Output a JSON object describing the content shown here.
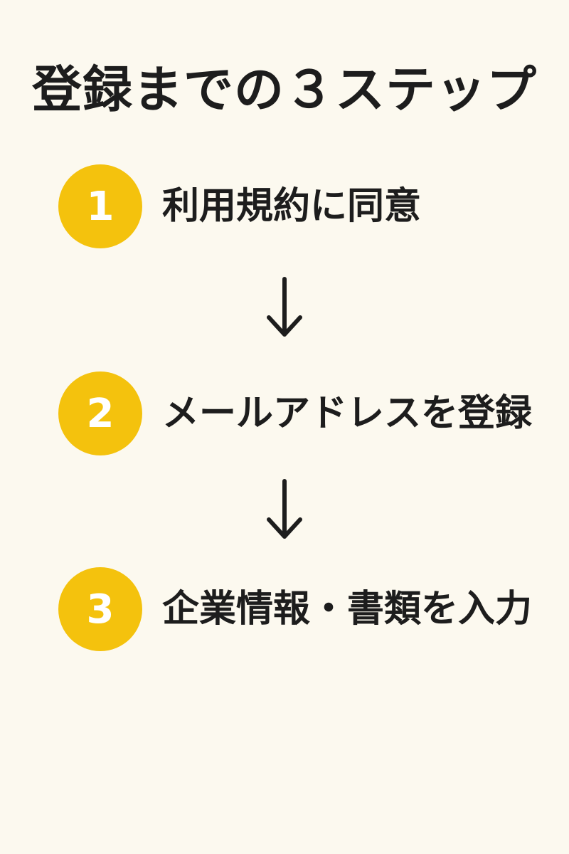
{
  "title": "登録までの３ステップ",
  "steps": [
    {
      "number": "1",
      "label": "利用規約に同意"
    },
    {
      "number": "2",
      "label": "メールアドレスを登録"
    },
    {
      "number": "3",
      "label": "企業情報・書類を入力"
    }
  ],
  "colors": {
    "background": "#fcf9ef",
    "accent": "#f4c20d",
    "text": "#1d1d1d"
  },
  "icons": [
    "arrow-down-icon",
    "arrow-down-icon"
  ]
}
